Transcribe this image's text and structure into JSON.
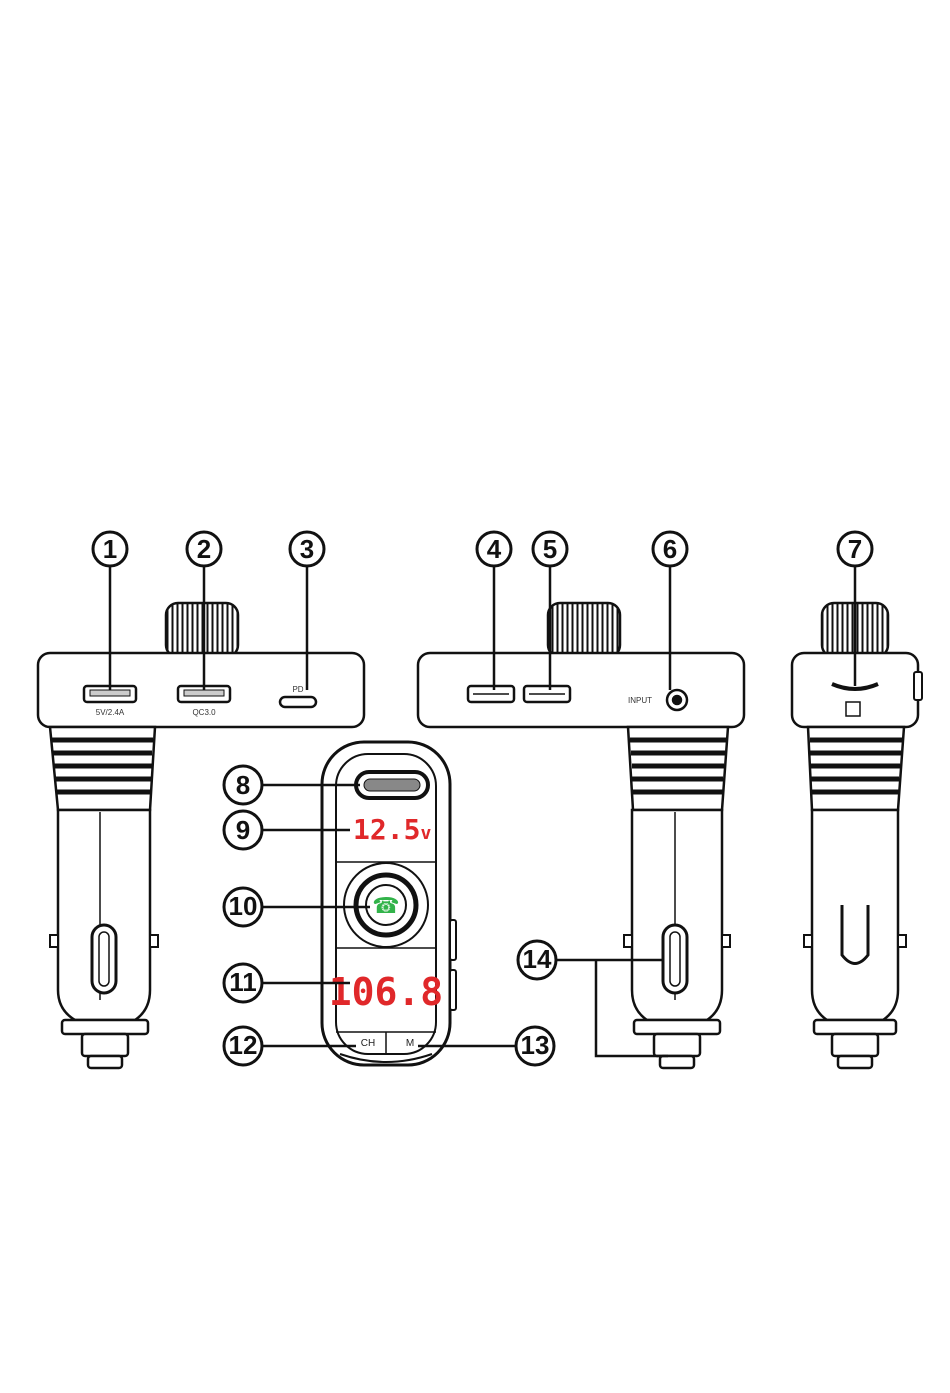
{
  "callouts": [
    "1",
    "2",
    "3",
    "4",
    "5",
    "6",
    "7",
    "8",
    "9",
    "10",
    "11",
    "12",
    "13",
    "14"
  ],
  "port_labels": {
    "usb1": "5V/2.4A",
    "usb2": "QC3.0",
    "typec": "PD",
    "input": "INPUT"
  },
  "display": {
    "voltage": "12.5",
    "voltage_unit": "v",
    "frequency": "106.8",
    "phone_icon_glyph": "☎"
  },
  "buttons": {
    "ch": "CH",
    "m": "M"
  },
  "colors": {
    "line": "#111111",
    "led_red": "#e0282a",
    "led_green": "#32b34a",
    "body_fill": "#ffffff",
    "shade": "#d9d9d9"
  }
}
